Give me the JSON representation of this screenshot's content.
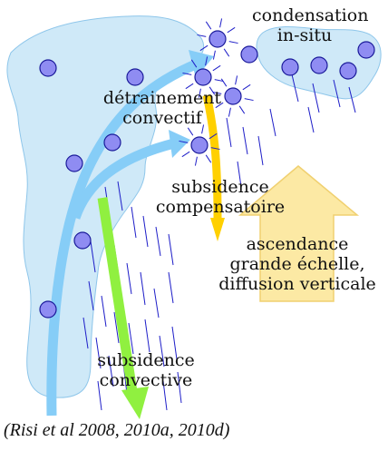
{
  "labels": {
    "condensation_line1": "condensation",
    "condensation_line2": "in-situ",
    "detrainement_line1": "détrainement",
    "detrainement_line2": "convectif",
    "subsidence_comp_line1": "subsidence",
    "subsidence_comp_line2": "compensatoire",
    "ascendance_line1": "ascendance",
    "ascendance_line2": "grande échelle,",
    "ascendance_line3": "diffusion verticale",
    "subsidence_conv_line1": "subsidence",
    "subsidence_conv_line2": "convective"
  },
  "citation": "(Risi et al 2008, 2010a, 2010d)",
  "colors": {
    "cloud_fill": "#cfe9f8",
    "cloud_stroke": "#8ec6ea",
    "updraft_arrow": "#86cdf7",
    "droplet_fill": "#8f8cf2",
    "droplet_stroke": "#1a1a9a",
    "rain": "#1e1ec8",
    "subsidence_compensatoire_arrow": "#ffd000",
    "subsidence_convective_arrow": "#90f040",
    "ascendance_arrow_fill": "#fce9a4",
    "ascendance_arrow_stroke": "#f0d070"
  }
}
